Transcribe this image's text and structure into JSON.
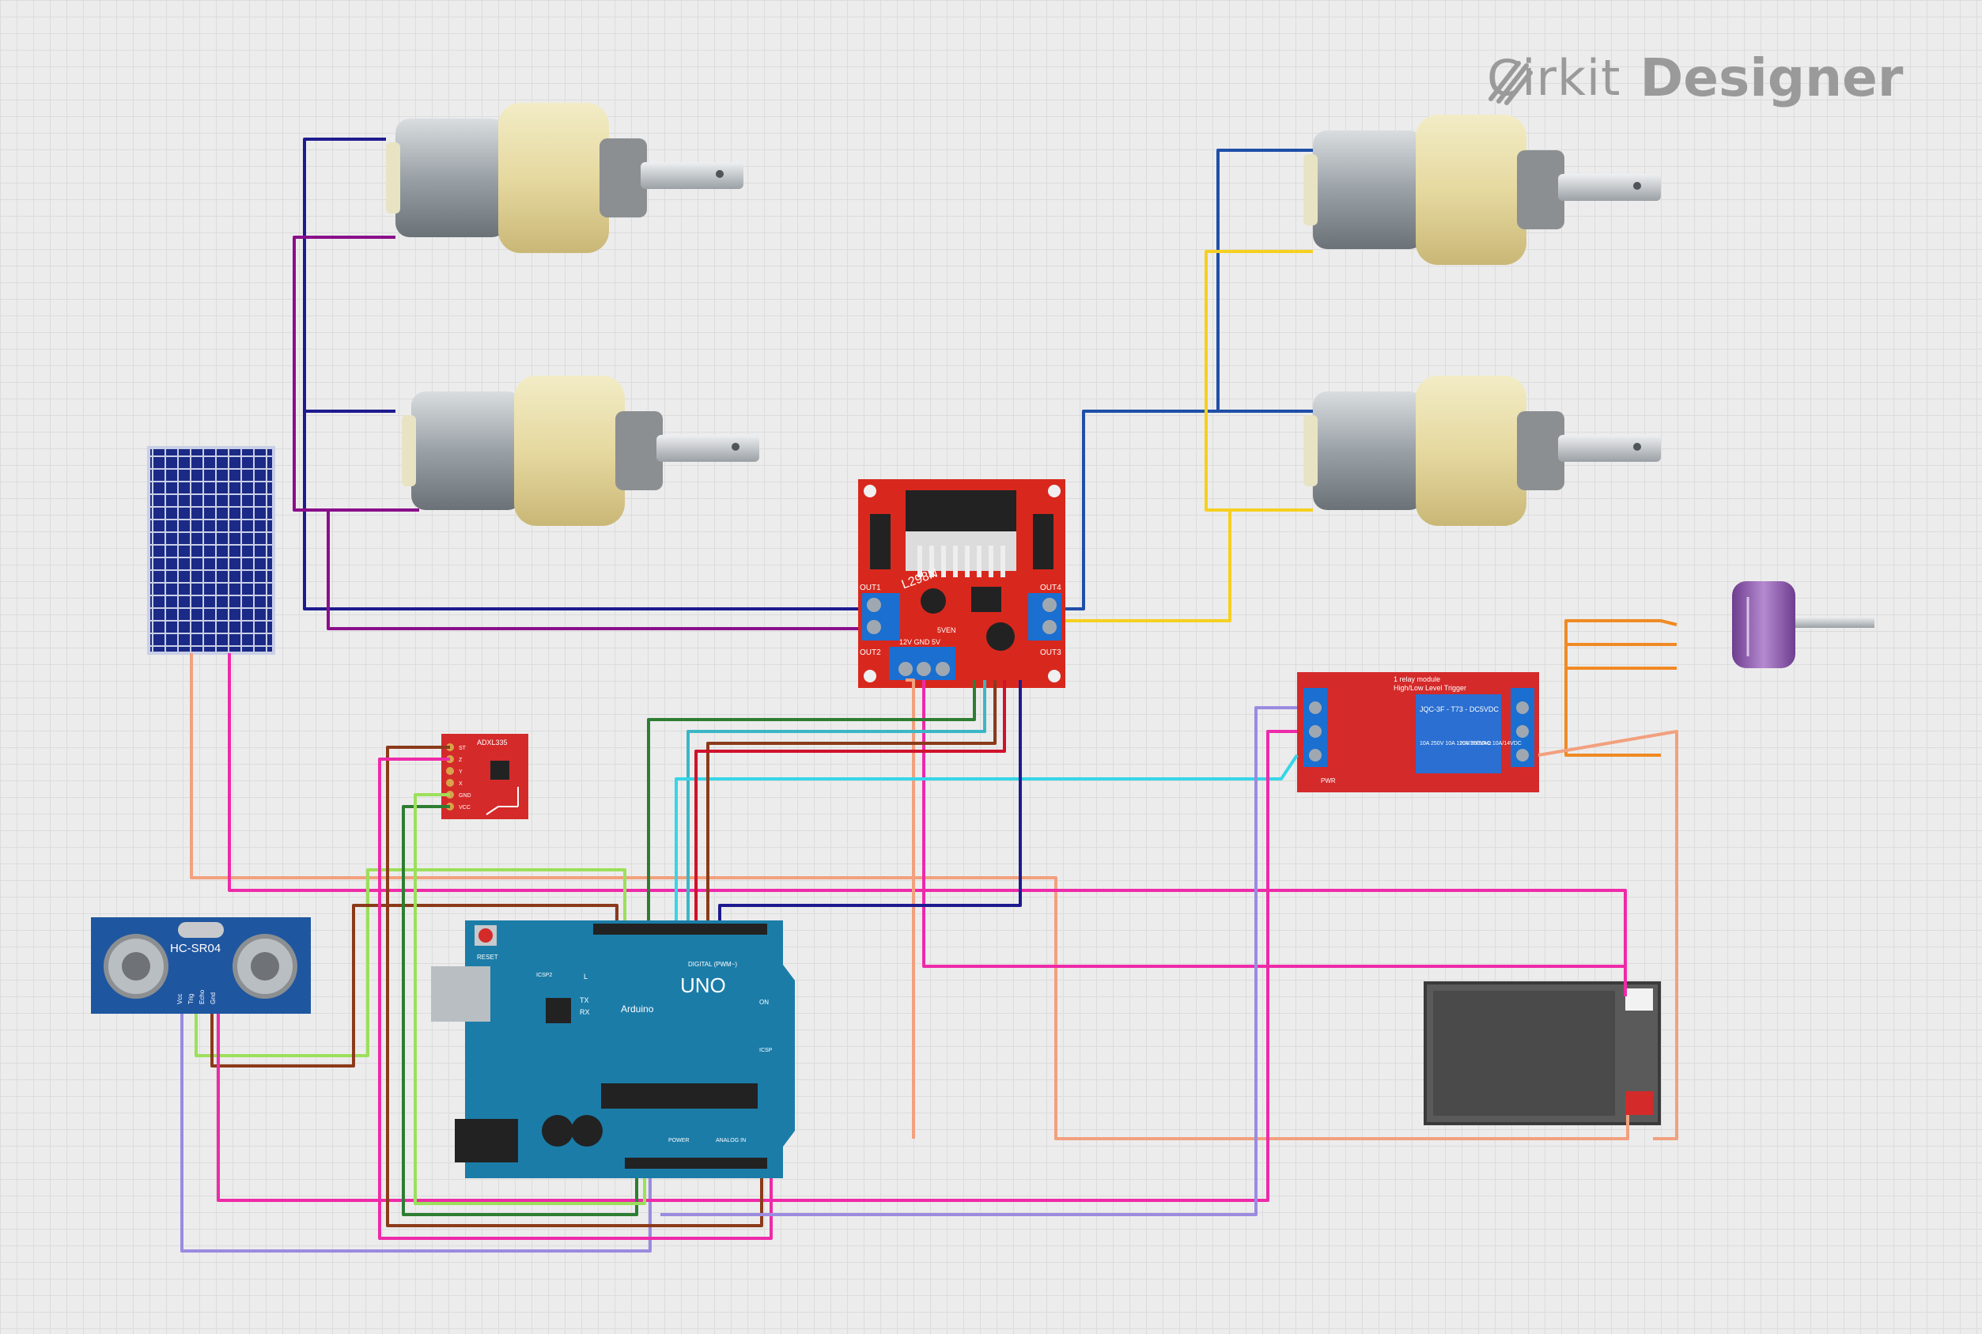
{
  "branding": {
    "product": "Cirkit",
    "product_bold": "Designer"
  },
  "components": {
    "driver": {
      "chip": "L298N",
      "out1": "OUT1",
      "out2": "OUT2",
      "out3": "OUT3",
      "out4": "OUT4",
      "power_pins": "12V  GND  5V",
      "enable": "5VEN"
    },
    "accelerometer": {
      "name": "ADXL335",
      "pins": [
        "ST",
        "Z",
        "Y",
        "X",
        "GND",
        "VCC"
      ]
    },
    "ultrasonic": {
      "name": "HC-SR04",
      "pins": [
        "Vcc",
        "Trig",
        "Echo",
        "Gnd"
      ]
    },
    "relay": {
      "title": "1 relay module",
      "subtitle": "High/Low Level Trigger",
      "part": "JQC-3F - T73 - DC5VDC",
      "rating_left": "10A 250V\n10A 120V\n50/60Hz",
      "rating_right": "10A/250VAC\n10A/14VDC",
      "pwr": "PWR"
    },
    "arduino": {
      "logo": "UNO",
      "brand": "Arduino",
      "reset": "RESET",
      "icsp": "ICSP2",
      "icsp_side": "ICSP",
      "digital": "DIGITAL (PWM~)",
      "power": "POWER",
      "analog": "ANALOG IN",
      "on": "ON",
      "leds": [
        "L",
        "TX",
        "RX"
      ]
    }
  },
  "wire_colors": {
    "navy": "#1e1b8f",
    "purple": "#8a0f8a",
    "blue": "#1f4fa8",
    "yellow": "#f5d020",
    "orange": "#f08a24",
    "salmon": "#f2a07e",
    "pink": "#ee2aa8",
    "brown": "#8b3a1a",
    "green": "#2e7d32",
    "lime": "#9be05a",
    "teal": "#3bb6c6",
    "cyan": "#35d6e8",
    "lavender": "#9b8be0",
    "red": "#d0122c"
  }
}
